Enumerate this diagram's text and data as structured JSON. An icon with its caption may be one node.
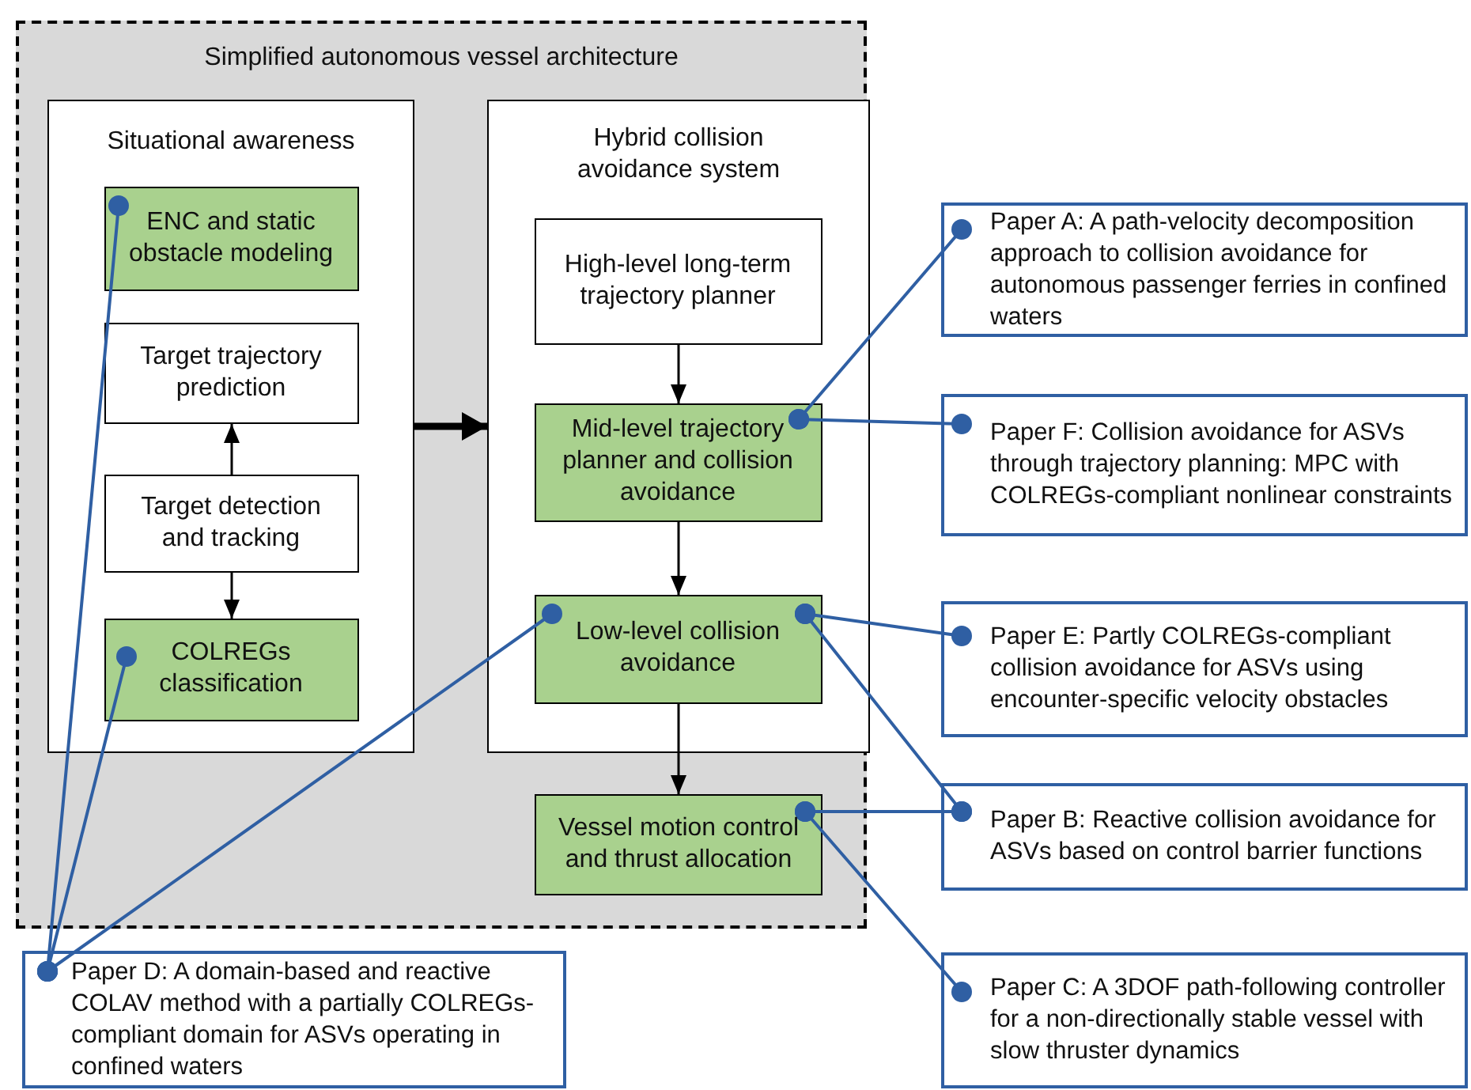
{
  "diagram": {
    "nodes": [
      {
        "text": [
          "Simplified autonomous vessel architecture"
        ]
      },
      {
        "text": [
          "Situational awareness"
        ],
        "in": 0
      },
      {
        "text": [
          "ENC and static obstacle modeling"
        ],
        "in": 1
      },
      {
        "text": [
          "Target trajectory prediction"
        ],
        "in": 1
      },
      {
        "text": [
          "Target detection and tracking"
        ],
        "in": 1
      },
      {
        "text": [
          "COLREGs classification"
        ],
        "in": 1
      },
      {
        "text": [
          "Hybrid collision avoidance system"
        ],
        "in": 0
      },
      {
        "text": [
          "High-level long-term trajectory planner"
        ],
        "in": 6
      },
      {
        "text": [
          "Mid-level trajectory planner and collision avoidance"
        ],
        "in": 6
      },
      {
        "text": [
          "Low-level collision avoidance"
        ],
        "in": 6
      },
      {
        "text": [
          "Vessel motion control and thrust allocation"
        ],
        "in": 0
      },
      {
        "text": [
          "Paper A: A path-velocity decomposition approach to collision avoidance for autonomous passenger ferries in confined waters"
        ]
      },
      {
        "text": [
          "Paper F: Collision avoidance for ASVs  through trajectory planning: MPC with  COLREGs-compliant nonlinear constraints"
        ]
      },
      {
        "text": [
          "Paper E: Partly COLREGs-compliant collision avoidance for ASVs using encounter-specific velocity obstacles"
        ]
      },
      {
        "text": [
          "Paper B: Reactive collision avoidance for ASVs based on control barrier functions"
        ]
      },
      {
        "text": [
          "Paper C: A 3DOF path-following controller for a non-directionally stable vessel with slow thruster dynamics"
        ]
      },
      {
        "text": [
          "Paper D: A domain-based and reactive COLAV method with a partially COLREGs-compliant domain for ASVs operating in confined waters"
        ]
      }
    ],
    "edges": [
      {
        "from": 4,
        "to": 3,
        "arrow": "to",
        "color": "#000000"
      },
      {
        "from": 4,
        "to": 5,
        "arrow": "to",
        "color": "#000000"
      },
      {
        "from": 1,
        "to": 6,
        "arrow": "to",
        "style": "thick",
        "color": "#000000"
      },
      {
        "from": 7,
        "to": 8,
        "arrow": "to",
        "color": "#000000"
      },
      {
        "from": 8,
        "to": 9,
        "arrow": "to",
        "color": "#000000"
      },
      {
        "from": 9,
        "to": 10,
        "arrow": "to",
        "color": "#000000"
      },
      {
        "from": 11,
        "to": 8,
        "arrow": "other"
      },
      {
        "from": 12,
        "to": 8,
        "arrow": "other"
      },
      {
        "from": 13,
        "to": 9,
        "arrow": "other"
      },
      {
        "from": 14,
        "to": 9,
        "arrow": "other"
      },
      {
        "from": 14,
        "to": 10,
        "arrow": "other"
      },
      {
        "from": 15,
        "to": 10,
        "arrow": "other"
      },
      {
        "from": 16,
        "to": 2,
        "arrow": "other"
      },
      {
        "from": 16,
        "to": 5,
        "arrow": "other"
      },
      {
        "from": 16,
        "to": 9,
        "arrow": "other"
      }
    ]
  }
}
